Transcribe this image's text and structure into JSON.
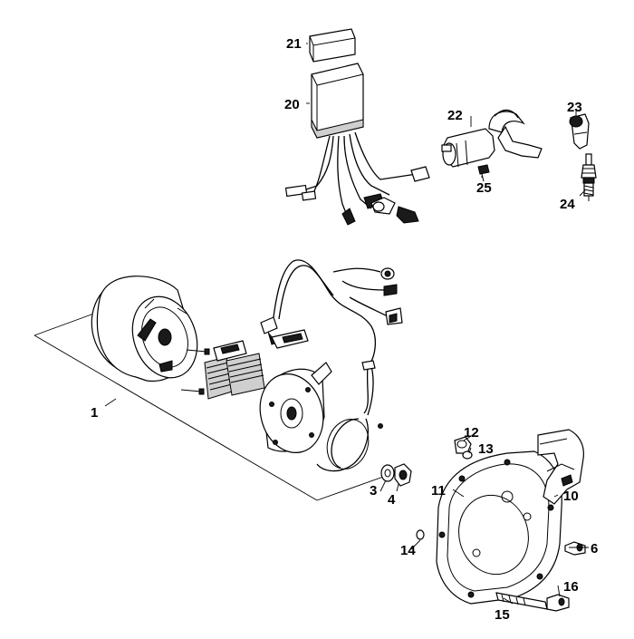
{
  "callouts": [
    {
      "label": "1"
    },
    {
      "label": "3"
    },
    {
      "label": "4"
    },
    {
      "label": "6"
    },
    {
      "label": "10"
    },
    {
      "label": "11"
    },
    {
      "label": "12"
    },
    {
      "label": "13"
    },
    {
      "label": "14"
    },
    {
      "label": "15"
    },
    {
      "label": "16"
    },
    {
      "label": "20"
    },
    {
      "label": "21"
    },
    {
      "label": "22"
    },
    {
      "label": "23"
    },
    {
      "label": "24"
    },
    {
      "label": "25"
    }
  ]
}
